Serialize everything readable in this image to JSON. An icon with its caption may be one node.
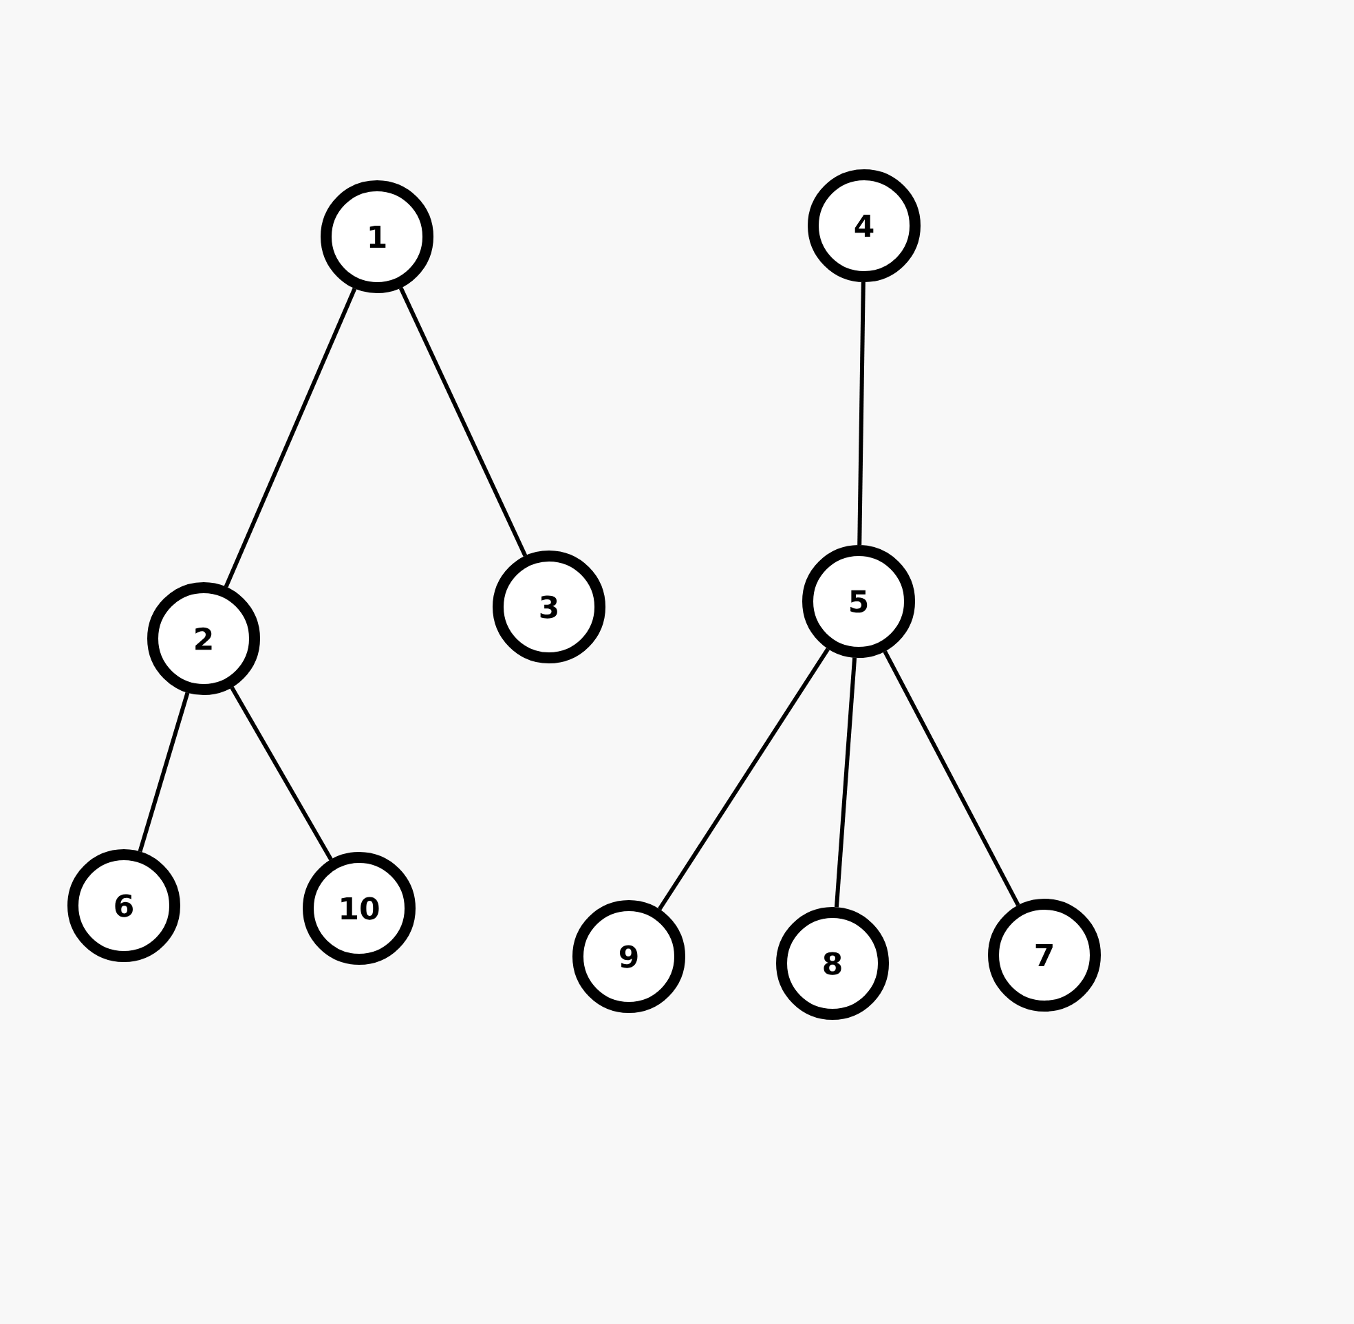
{
  "diagram": {
    "nodes": [
      {
        "text": [
          "1"
        ]
      },
      {
        "text": [
          "2"
        ]
      },
      {
        "text": [
          "3"
        ]
      },
      {
        "text": [
          "4"
        ]
      },
      {
        "text": [
          "5"
        ]
      },
      {
        "text": [
          "6"
        ]
      },
      {
        "text": [
          "7"
        ]
      },
      {
        "text": [
          "8"
        ]
      },
      {
        "text": [
          "9"
        ]
      },
      {
        "text": [
          "10"
        ]
      }
    ],
    "edges": [
      {
        "from": 0,
        "to": 1,
        "arrow": "none"
      },
      {
        "from": 0,
        "to": 2,
        "arrow": "none"
      },
      {
        "from": 1,
        "to": 5,
        "arrow": "none"
      },
      {
        "from": 1,
        "to": 9,
        "arrow": "none"
      },
      {
        "from": 3,
        "to": 4,
        "arrow": "none"
      },
      {
        "from": 4,
        "to": 8,
        "arrow": "none"
      },
      {
        "from": 4,
        "to": 7,
        "arrow": "none"
      },
      {
        "from": 4,
        "to": 6,
        "arrow": "none"
      }
    ]
  }
}
